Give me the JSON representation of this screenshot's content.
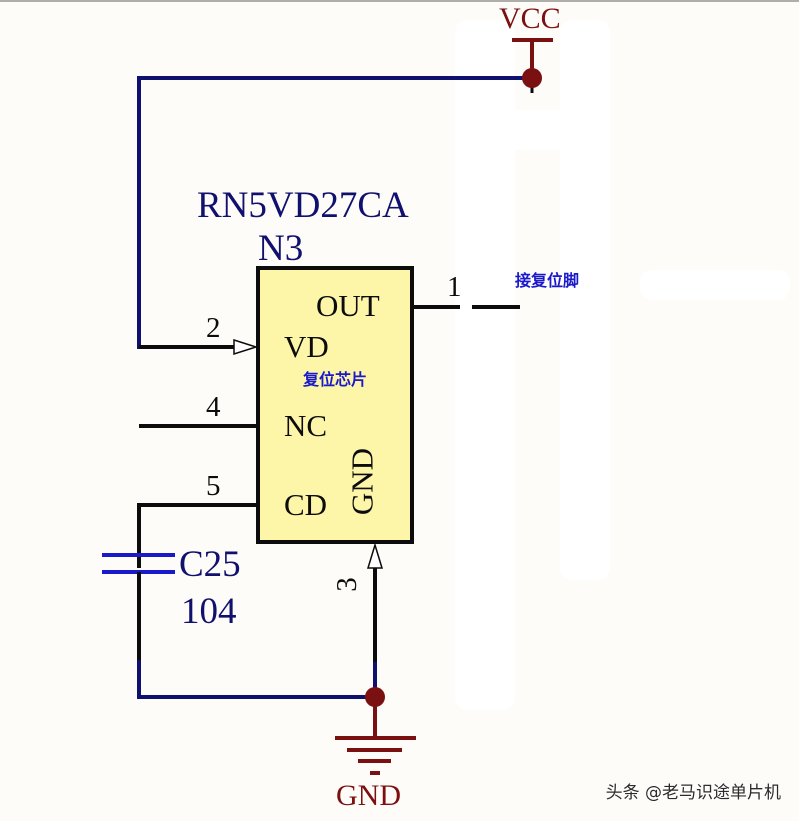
{
  "schematic": {
    "component": {
      "part_number": "RN5VD27CA",
      "designator": "N3",
      "description_cn": "复位芯片",
      "body_color": "#fdf5a8",
      "pins": [
        {
          "number": "1",
          "name": "OUT",
          "side": "right"
        },
        {
          "number": "2",
          "name": "VD",
          "side": "left"
        },
        {
          "number": "4",
          "name": "NC",
          "side": "left"
        },
        {
          "number": "5",
          "name": "CD",
          "side": "left"
        },
        {
          "number": "3",
          "name": "GND",
          "side": "bottom"
        }
      ]
    },
    "power": {
      "vcc_label": "VCC",
      "gnd_label": "GND",
      "power_color": "#7a1010"
    },
    "capacitor": {
      "designator": "C25",
      "value": "104"
    },
    "net_label_cn": "接复位脚",
    "wire_color": "#10106e",
    "pin_color": "#0c0c0c"
  },
  "watermark": "头条 @老马识途单片机"
}
